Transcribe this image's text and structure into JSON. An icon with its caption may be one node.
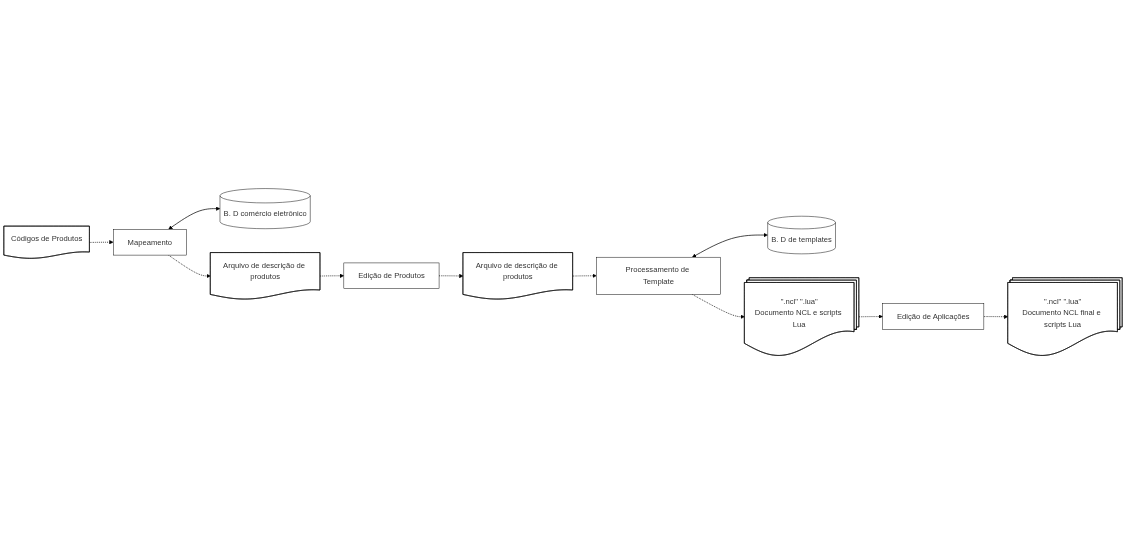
{
  "diagram": {
    "nodes": [
      {
        "text": [
          "B. D comércio eletrônico"
        ]
      },
      {
        "text": [
          "Códigos de Produtos"
        ]
      },
      {
        "text": [
          "Mapeamento"
        ]
      },
      {
        "text": [
          "Edição de Produtos"
        ]
      },
      {
        "text": [
          "B. D de templates"
        ]
      },
      {
        "text": [
          "Processamento de Template"
        ]
      },
      {
        "text": [
          "Edição de Aplicações"
        ]
      },
      {
        "text": [
          "Arquivo de descrição de produtos"
        ]
      },
      {
        "text": [
          "Arquivo de descrição de produtos"
        ]
      },
      {
        "text": [
          "\".ncl\" \".lua\"",
          "Documento NCL e scripts Lua"
        ]
      },
      {
        "text": [
          "\".ncl\" \".lua\"",
          "Documento NCL final e scripts Lua"
        ]
      }
    ],
    "edges": [
      {
        "from": 2,
        "to": 0,
        "arrow": "both"
      },
      {
        "from": 1,
        "to": 2,
        "arrow": "to",
        "style": "dashed"
      },
      {
        "from": 2,
        "to": 7,
        "arrow": "to",
        "style": "dashed"
      },
      {
        "from": 7,
        "to": 3,
        "arrow": "to",
        "style": "dashed"
      },
      {
        "from": 3,
        "to": 8,
        "arrow": "to",
        "style": "dashed"
      },
      {
        "from": 8,
        "to": 5,
        "arrow": "to",
        "style": "dashed"
      },
      {
        "from": 5,
        "to": 4,
        "arrow": "both"
      },
      {
        "from": 5,
        "to": 9,
        "arrow": "to",
        "style": "dashed"
      },
      {
        "from": 9,
        "to": 6,
        "arrow": "to",
        "style": "dashed"
      },
      {
        "from": 6,
        "to": 10,
        "arrow": "to",
        "style": "dashed"
      }
    ]
  }
}
